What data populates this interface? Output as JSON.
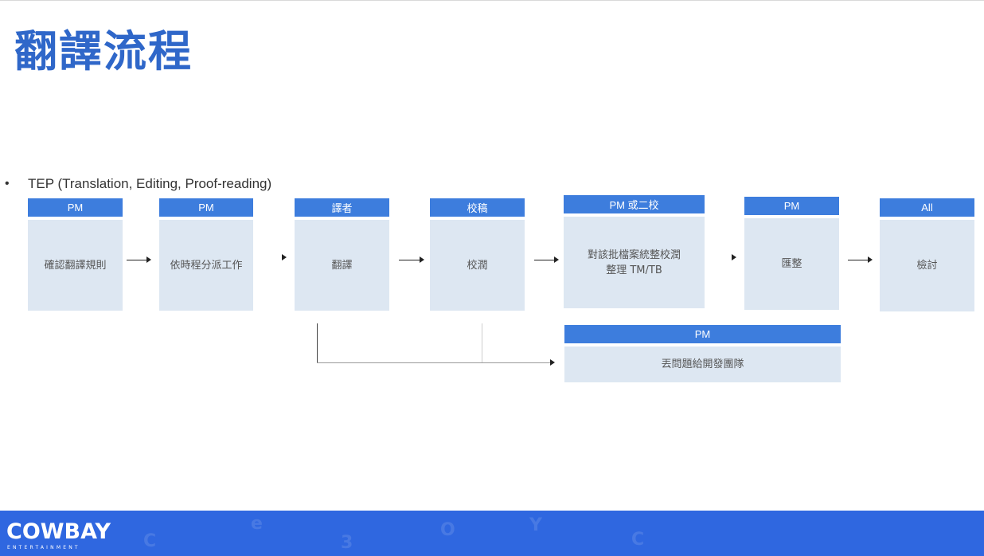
{
  "title": "翻譯流程",
  "bullet": "•",
  "subtitle": "TEP (Translation, Editing, Proof-reading)",
  "steps": [
    {
      "role": "PM",
      "task": "確認翻譯規則"
    },
    {
      "role": "PM",
      "task": "依時程分派工作"
    },
    {
      "role": "譯者",
      "task": "翻譯"
    },
    {
      "role": "校稿",
      "task": "校潤"
    },
    {
      "role": "PM 或二校",
      "task": "對該批檔案統整校潤\n整理 TM/TB"
    },
    {
      "role": "PM",
      "task": "匯整"
    },
    {
      "role": "All",
      "task": "檢討"
    }
  ],
  "side_step": {
    "role": "PM",
    "task": "丟問題給開發團隊"
  },
  "footer": {
    "logo": "COWBAY",
    "logo_sub": "ENTERTAINMENT"
  },
  "colors": {
    "title": "#2f67c9",
    "header": "#3d7ddd",
    "body": "#dde7f2",
    "footer": "#2f67e0"
  }
}
